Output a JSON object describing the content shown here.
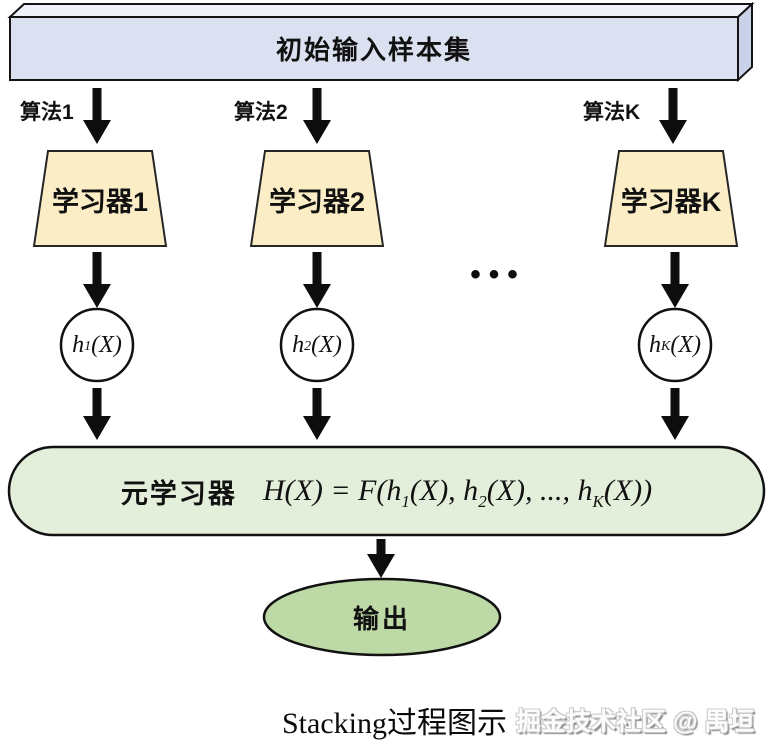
{
  "diagram": {
    "input_box": {
      "label": "初始输入样本集"
    },
    "columns": [
      {
        "algorithm": "算法1",
        "learner": "学习器1",
        "sub": "1"
      },
      {
        "algorithm": "算法2",
        "learner": "学习器2",
        "sub": "2"
      },
      {
        "algorithm": "算法K",
        "learner": "学习器K",
        "sub": "K"
      }
    ],
    "hypothesis": {
      "pre": "h",
      "post": "(X)"
    },
    "ellipsis": "•••",
    "meta_learner": {
      "label": "元学习器",
      "formula": {
        "a": "H(X) = F(h",
        "s1": "1",
        "b": "(X), h",
        "s2": "2",
        "c": "(X), ..., h",
        "sK": "K",
        "d": "(X))"
      }
    },
    "output": {
      "label": "输出"
    },
    "caption": "Stacking过程图示",
    "watermark": "掘金技术社区 @ 禺垣",
    "colors": {
      "box_front": "#dbe1f0",
      "box_top": "#eef1f8",
      "box_side": "#c9d2e8",
      "learner_fill": "#fbeec7",
      "meta_fill": "#e4efdb",
      "output_fill": "#bdd9a6",
      "stroke": "#141414"
    }
  }
}
